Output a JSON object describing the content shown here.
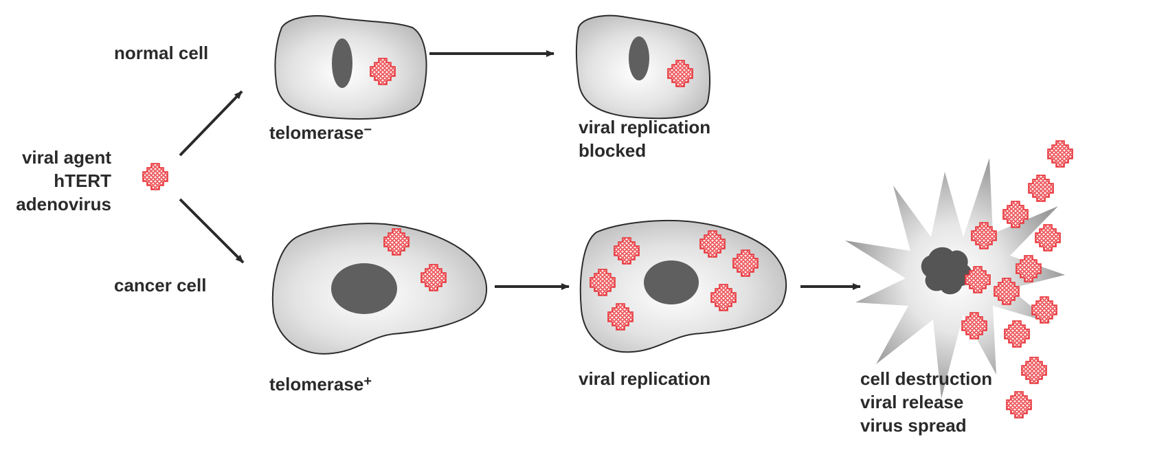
{
  "input": {
    "lines": [
      "viral agent",
      "hTERT",
      "adenovirus"
    ]
  },
  "normal_path": {
    "cell_label": "normal cell",
    "status_label": "telomerase",
    "status_sign": "−",
    "outcome_lines": [
      "viral replication",
      "blocked"
    ]
  },
  "cancer_path": {
    "cell_label": "cancer cell",
    "status_label": "telomerase",
    "status_sign": "+",
    "replication_label": "viral replication",
    "outcome_lines": [
      "cell destruction",
      "viral release",
      "virus spread"
    ]
  },
  "colors": {
    "virus": "#e8343a",
    "cell_fill": "#c9c9c9",
    "cell_outline": "#2b2b2b",
    "nucleus": "#5f5f5f",
    "arrow": "#2a2a2a",
    "text": "#2a2a2a"
  }
}
